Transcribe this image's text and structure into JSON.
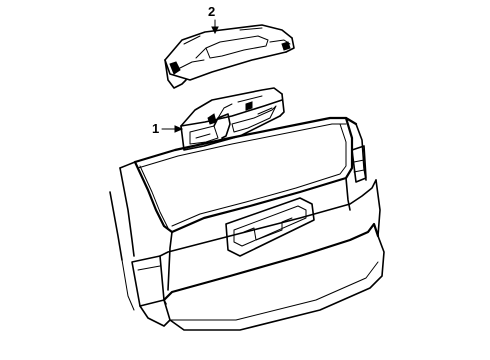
{
  "callouts": [
    {
      "label": "2",
      "part": "upper-lamp-cover"
    },
    {
      "label": "1",
      "part": "high-mount-stop-lamp-housing"
    }
  ],
  "colors": {
    "ink": "#000000",
    "paper": "#ffffff"
  }
}
